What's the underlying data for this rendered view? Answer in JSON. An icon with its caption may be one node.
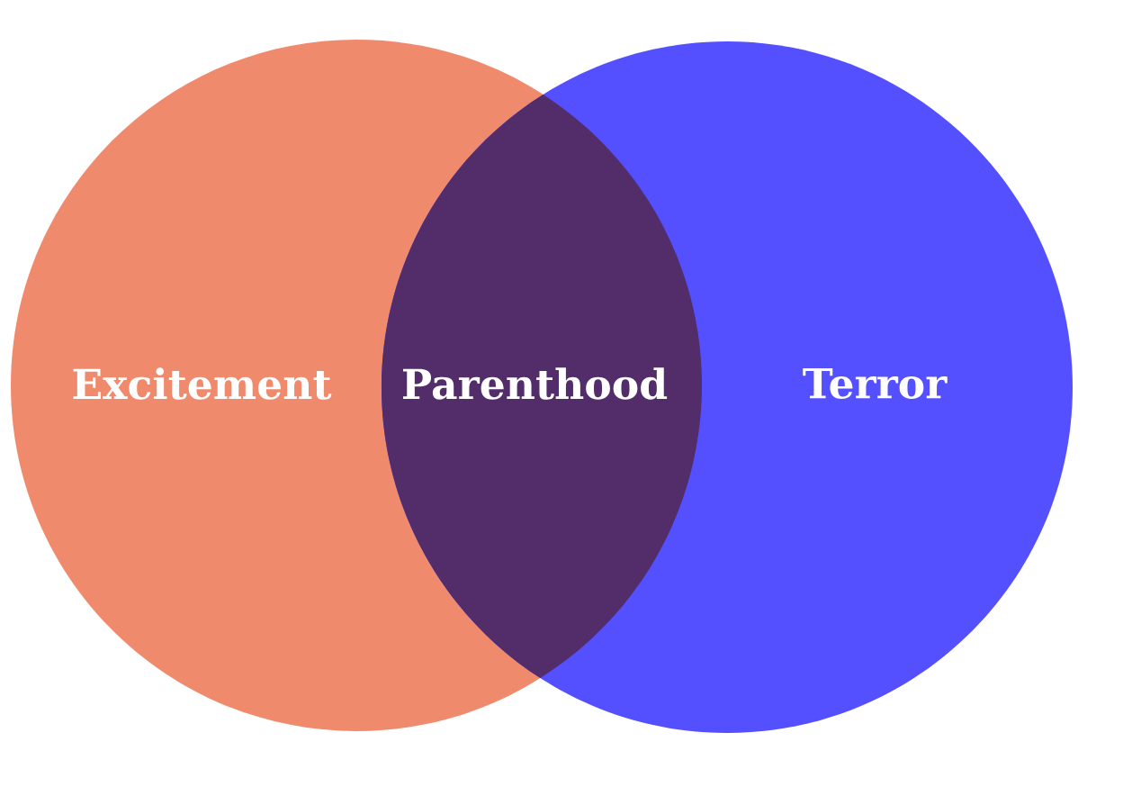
{
  "diagram": {
    "nodes": [
      {
        "text": [
          "Excitement"
        ]
      },
      {
        "text": [
          "Terror"
        ]
      },
      {
        "text": [
          "Parenthood"
        ]
      }
    ]
  }
}
